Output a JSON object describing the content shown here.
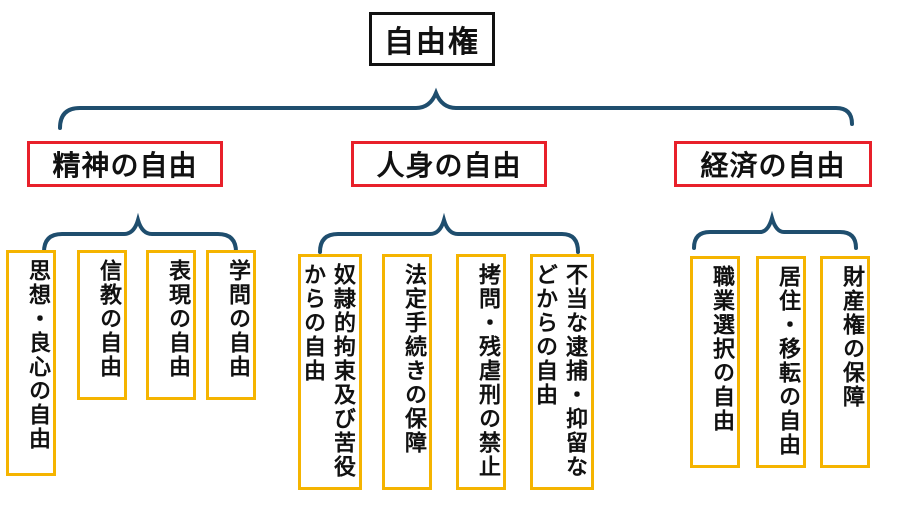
{
  "colors": {
    "brace": "#1f4e6e",
    "root_border": "#111111",
    "category_border": "#e8202a",
    "leaf_border": "#f5b400"
  },
  "root": {
    "label": "自由権"
  },
  "categories": [
    {
      "label": "精神の自由",
      "items": [
        "思想・良心の自由",
        "信教の自由",
        "表現の自由",
        "学問の自由"
      ]
    },
    {
      "label": "人身の自由",
      "items": [
        "奴隷的拘束及び苦役からの自由",
        "法定手続きの保障",
        "拷問・残虐刑の禁止",
        "不当な逮捕・抑留などからの自由"
      ]
    },
    {
      "label": "経済の自由",
      "items": [
        "職業選択の自由",
        "居住・移転の自由",
        "財産権の保障"
      ]
    }
  ]
}
